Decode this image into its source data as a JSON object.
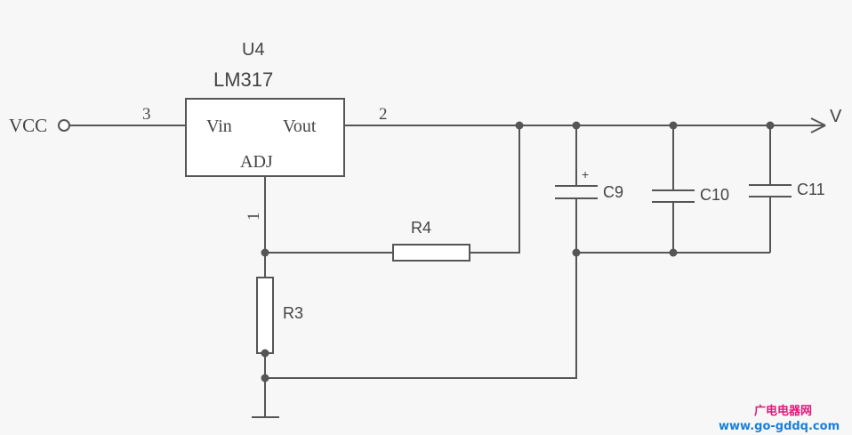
{
  "ic": {
    "ref": "U4",
    "part": "LM317",
    "pin_in": "Vin",
    "pin_out": "Vout",
    "pin_adj": "ADJ"
  },
  "pins": {
    "in": "3",
    "out": "2",
    "adj": "1"
  },
  "nets": {
    "input": "VCC",
    "output": "V"
  },
  "components": {
    "r4": "R4",
    "r3": "R3",
    "c9": "C9",
    "c10": "C10",
    "c11": "C11",
    "c9_polarity": "+"
  },
  "watermark": {
    "name": "广电电器网",
    "site": "www.go-gddq.com",
    "name_color": "#e0187a",
    "site_color": "#1a7fd8"
  }
}
